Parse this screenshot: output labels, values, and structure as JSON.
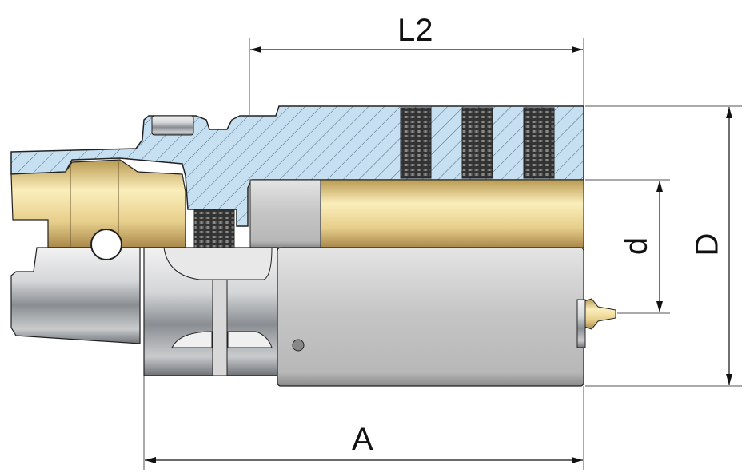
{
  "dimensions": {
    "L2": "L2",
    "A": "A",
    "d": "d",
    "D": "D"
  },
  "colors": {
    "section": "#c4dff0",
    "brass": "#e6cf8e",
    "steel": "#b9bcc0",
    "line": "#222222"
  }
}
